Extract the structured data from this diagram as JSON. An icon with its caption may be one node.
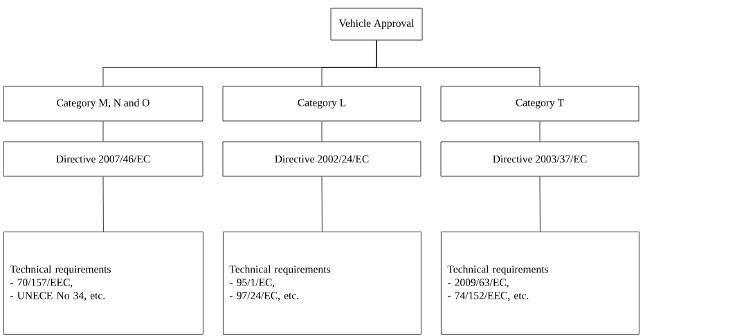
{
  "diagram": {
    "nodes": [
      {
        "text": [
          "Vehicle Approval"
        ]
      },
      {
        "text": [
          "Category M, N and O"
        ]
      },
      {
        "text": [
          "Category L"
        ]
      },
      {
        "text": [
          "Category T"
        ]
      },
      {
        "text": [
          "Directive 2007/46/EC"
        ]
      },
      {
        "text": [
          "Directive 2002/24/EC"
        ]
      },
      {
        "text": [
          "Directive 2003/37/EC"
        ]
      },
      {
        "text": [
          "Technical requirements",
          "- 70/157/EEC,",
          "- UNECE No 34, etc."
        ]
      },
      {
        "text": [
          "Technical requirements",
          "- 95/1/EC,",
          "- 97/24/EC, etc."
        ]
      },
      {
        "text": [
          "Technical requirements",
          "- 2009/63/EC,",
          "- 74/152/EEC, etc."
        ]
      }
    ],
    "edges": [
      {
        "from": 0,
        "to": 1,
        "arrow": "none"
      },
      {
        "from": 0,
        "to": 2,
        "arrow": "none"
      },
      {
        "from": 0,
        "to": 3,
        "arrow": "none"
      },
      {
        "from": 1,
        "to": 4,
        "arrow": "none"
      },
      {
        "from": 2,
        "to": 5,
        "arrow": "none"
      },
      {
        "from": 3,
        "to": 6,
        "arrow": "none"
      },
      {
        "from": 4,
        "to": 7,
        "arrow": "none"
      },
      {
        "from": 5,
        "to": 8,
        "arrow": "none"
      },
      {
        "from": 6,
        "to": 9,
        "arrow": "none"
      }
    ]
  }
}
